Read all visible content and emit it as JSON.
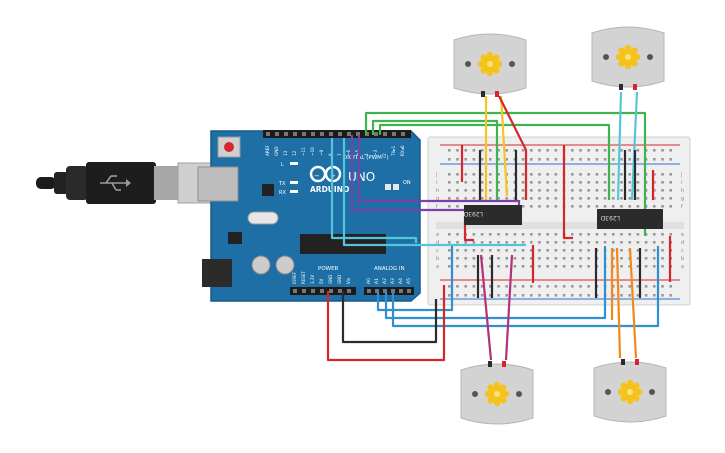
{
  "arduino": {
    "brand": "ARDUINO",
    "model": "UNO",
    "digital_label": "DIGITAL (PWM~)",
    "power_label": "POWER",
    "analog_label": "ANALOG IN",
    "on_label": "ON",
    "tx_label": "TX",
    "rx_label": "RX",
    "l_label": "L",
    "digital_pins": [
      "AREF",
      "GND",
      "13",
      "12",
      "~11",
      "~10",
      "~9",
      "8",
      "7",
      "~6",
      "~5",
      "4",
      "~3",
      "2",
      "TX▸1",
      "RX◂0"
    ],
    "power_pins": [
      "IOREF",
      "RESET",
      "3.3V",
      "5V",
      "GND",
      "GND",
      "Vin"
    ],
    "analog_pins": [
      "A0",
      "A1",
      "A2",
      "A3",
      "A4",
      "A5"
    ]
  },
  "breadboard": {
    "column_letters": [
      "a",
      "b",
      "c",
      "d",
      "e",
      "f",
      "g",
      "h",
      "i",
      "j"
    ]
  },
  "chips": [
    {
      "label": "L293D"
    },
    {
      "label": "L293D"
    }
  ],
  "motors": [
    {
      "id": "top-left"
    },
    {
      "id": "top-right"
    },
    {
      "id": "bottom-left"
    },
    {
      "id": "bottom-right"
    }
  ],
  "colors": {
    "board": "#1d6fa5",
    "breadboard": "#efefef",
    "wire_red": "#d6262b",
    "wire_black": "#2b2b2b",
    "wire_green": "#3fb34f",
    "wire_cyan": "#55c6d9",
    "wire_blue": "#2f8fd0",
    "wire_yellow": "#f4c61f",
    "wire_purple": "#7d3fa8",
    "wire_magenta": "#b3307b",
    "wire_orange": "#f08a1c",
    "motor_body": "#d3d3d3",
    "gear": "#f6c21c"
  }
}
